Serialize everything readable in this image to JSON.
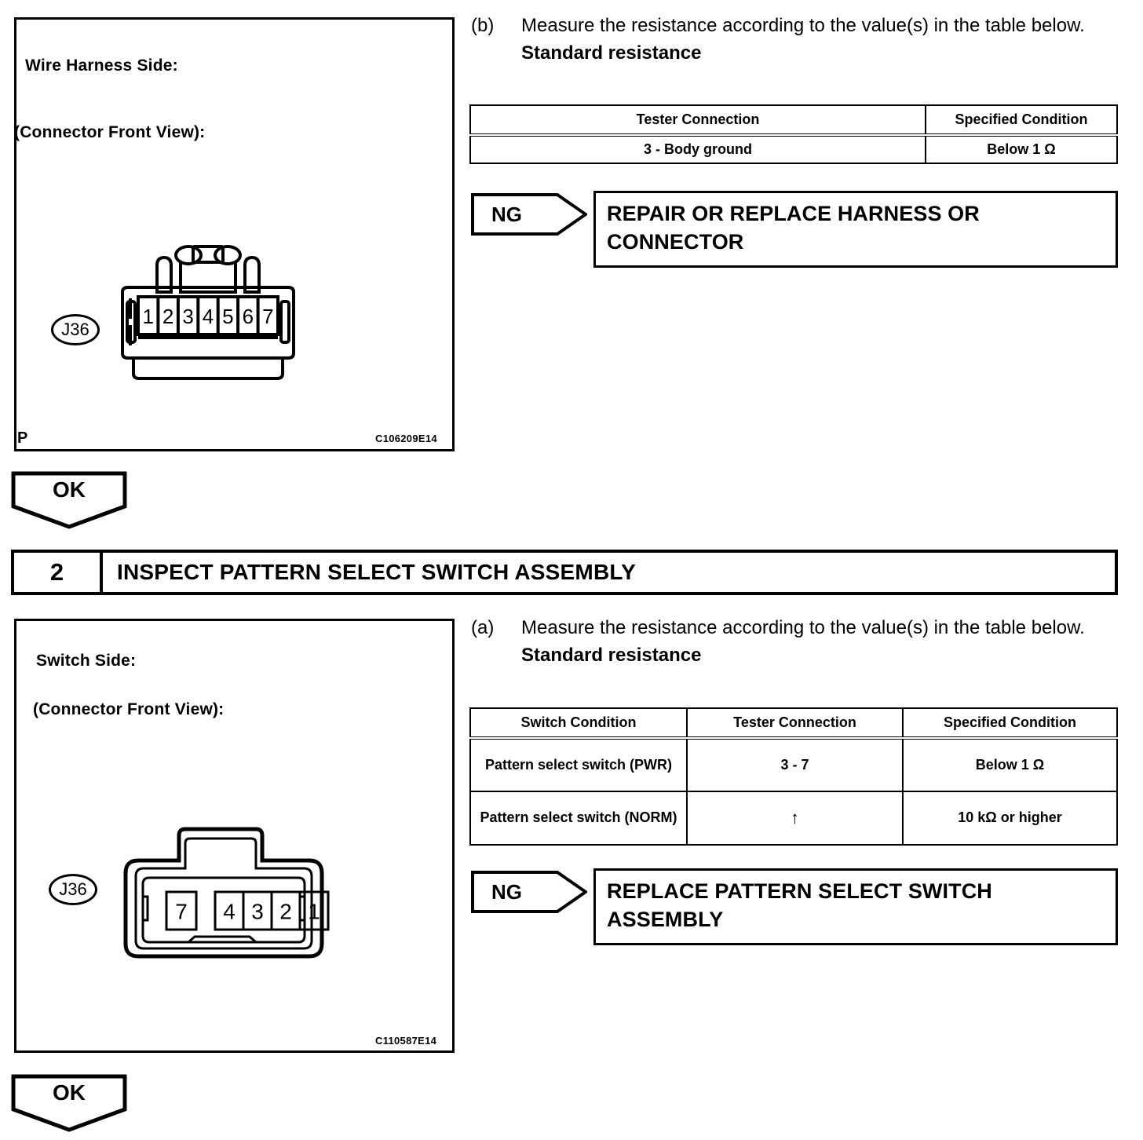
{
  "page": {
    "domain_label": "Toyota service manual diagnostic procedure page"
  },
  "section1": {
    "figure": {
      "title": "Wire Harness Side:",
      "subtitle": "(Connector Front View):",
      "connector_id": "J36",
      "pins": [
        "1",
        "2",
        "3",
        "4",
        "5",
        "6",
        "7"
      ],
      "corner_mark": "P",
      "code": "C106209E14"
    },
    "instruction": {
      "marker": "(b)",
      "text": "Measure the resistance according to the value(s) in the table below.",
      "standard": "Standard resistance"
    },
    "table": {
      "headers": [
        "Tester Connection",
        "Specified Condition"
      ],
      "rows": [
        [
          "3 - Body ground",
          "Below 1 Ω"
        ]
      ]
    },
    "ng": {
      "label": "NG",
      "action": "REPAIR OR REPLACE HARNESS OR CONNECTOR"
    },
    "ok": {
      "label": "OK"
    }
  },
  "step2": {
    "number": "2",
    "title": "INSPECT PATTERN SELECT SWITCH ASSEMBLY"
  },
  "section2": {
    "figure": {
      "title": "Switch Side:",
      "subtitle": "(Connector Front View):",
      "connector_id": "J36",
      "pins_left": [
        "7"
      ],
      "pins_right": [
        "4",
        "3",
        "2",
        "1"
      ],
      "code": "C110587E14"
    },
    "instruction": {
      "marker": "(a)",
      "text": "Measure the resistance according to the value(s) in the table below.",
      "standard": "Standard resistance"
    },
    "table": {
      "headers": [
        "Switch Condition",
        "Tester Connection",
        "Specified Condition"
      ],
      "rows": [
        [
          "Pattern select switch (PWR)",
          "3 - 7",
          "Below 1 Ω"
        ],
        [
          "Pattern select switch (NORM)",
          "↑",
          "10 kΩ or higher"
        ]
      ]
    },
    "ng": {
      "label": "NG",
      "action": "REPLACE PATTERN SELECT SWITCH ASSEMBLY"
    },
    "ok": {
      "label": "OK"
    }
  }
}
